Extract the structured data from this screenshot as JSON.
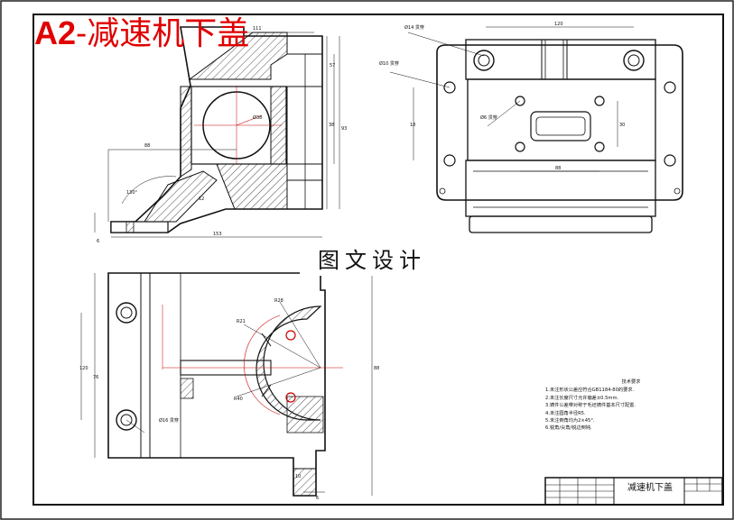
{
  "stamp": {
    "grade": "A2",
    "dash": "-",
    "title": "减速机下盖"
  },
  "watermark": {
    "text": "图文设计"
  },
  "tech_notes": {
    "title": "技术要求",
    "lines": [
      "1.未注形状公差应符合GB1184-80的要求.",
      "2.未注长度尺寸允许偏差±0.5mm.",
      "3.铸件公差带对称于毛坯铸件基本尺寸配置.",
      "4.未注圆角半径R5.",
      "5.未注倒角均为2×45°.",
      "6.锐角/尖角/锐边倒钝."
    ]
  },
  "title_block": {
    "name": "减速机下盖"
  },
  "dimensions": {
    "side_top_width": "111",
    "side_total_height": "93",
    "side_upper_height": "57",
    "side_mid_height": "38",
    "side_horizontal": "88",
    "side_base_width": "153",
    "side_angle": "130°",
    "side_small": "6",
    "side_thickness": "12",
    "side_dia": "Ø38",
    "plan_top_width": "120",
    "plan_hole_spacing": "88",
    "plan_inner_spacing": "30",
    "plan_inner_height": "18",
    "plan_hole_note_top": "Ø14 贯穿",
    "plan_hole_note_left": "Ø10 贯穿",
    "plan_hole_note_mid": "Ø6 贯穿",
    "front_left_height": "120",
    "front_inner_height": "76",
    "front_right_height": "88",
    "front_r1": "R28",
    "front_r2": "R21",
    "front_r3": "R40",
    "front_hole_note": "Ø16 贯穿",
    "front_bottom": "6",
    "front_side": "10"
  }
}
